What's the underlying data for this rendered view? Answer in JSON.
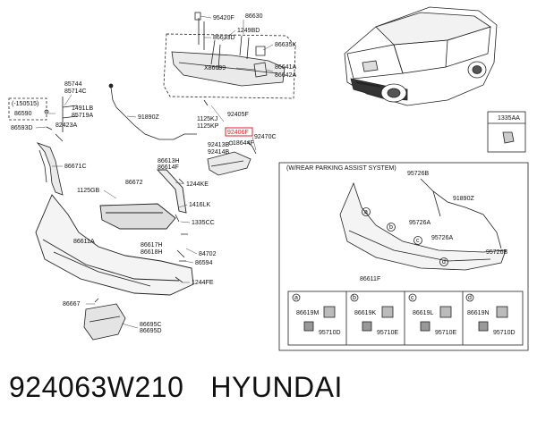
{
  "caption": {
    "part_number": "924063W210",
    "brand": "HYUNDAI"
  },
  "labels": {
    "p95420F": "95420F",
    "p86630": "86630",
    "p1249BD": "1249BD",
    "p86633D": "86633D",
    "p86635X": "86635X",
    "pX86699": "X86699",
    "p86641A": "86641A",
    "p86642A": "86642A",
    "p85744": "85744",
    "p85714C": "85714C",
    "p150515": "(-150515)",
    "p86590": "86590",
    "p1491LB": "1491LB",
    "p85719A": "85719A",
    "p86593D": "86593D",
    "p82423A": "82423A",
    "p91890Z": "91890Z",
    "p1125KJ": "1125KJ",
    "p1125KP": "1125KP",
    "p92405F": "92405F",
    "p92406F": "92406F",
    "p92470C": "92470C",
    "p92413B": "92413B",
    "p18644F": "18644F",
    "p92414B": "92414B",
    "p86613H": "86613H",
    "p86614F": "86614F",
    "p86671C": "86671C",
    "p86672": "86672",
    "p1125GB": "1125GB",
    "p1244KE": "1244KE",
    "p1416LK": "1416LK",
    "p1335CC": "1335CC",
    "p86611A": "86611A",
    "p86617H": "86617H",
    "p86618H": "86618H",
    "p84702": "84702",
    "p86594": "86594",
    "p1244FE": "1244FE",
    "p86667": "86667",
    "p86695C": "86695C",
    "p86695D": "86695D",
    "p1335AA": "1335AA",
    "pas_title": "(W/REAR PARKING ASSIST SYSTEM)",
    "pas_95726B": "95726B",
    "pas_91890Z": "91890Z",
    "pas_95726A_1": "95726A",
    "pas_95726A_2": "95726A",
    "pas_95726B_2": "95726B",
    "pas_86611F": "86611F",
    "pas_a": "a",
    "pas_b": "b",
    "pas_c": "c",
    "pas_d": "d",
    "tbl_a": "a",
    "tbl_b": "b",
    "tbl_c": "c",
    "tbl_d": "d",
    "tbl_86619M": "86619M",
    "tbl_86619K": "86619K",
    "tbl_86619L": "86619L",
    "tbl_86619N": "86619N",
    "tbl_95710D_1": "95710D",
    "tbl_95710E_1": "95710E",
    "tbl_95710E_2": "95710E",
    "tbl_95710D_2": "95710D"
  }
}
